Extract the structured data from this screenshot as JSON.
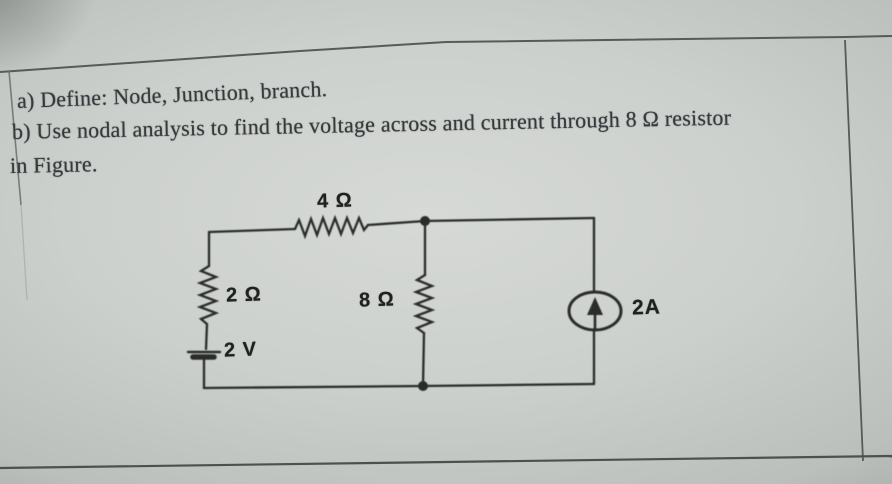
{
  "document": {
    "question_a": "a) Define: Node, Junction, branch.",
    "question_b": "b) Use nodal analysis to find the voltage across and current through 8 Ω resistor",
    "question_b_cont": "in Figure."
  },
  "circuit": {
    "labels": {
      "resistor_top": "4 Ω",
      "resistor_left": "2 Ω",
      "resistor_middle": "8 Ω",
      "voltage_source": "2 V",
      "current_source": "2A"
    },
    "components": [
      {
        "type": "resistor",
        "value": "4 Ω",
        "position": "top branch"
      },
      {
        "type": "resistor",
        "value": "2 Ω",
        "position": "left branch"
      },
      {
        "type": "resistor",
        "value": "8 Ω",
        "position": "middle branch"
      },
      {
        "type": "voltage_source",
        "value": "2 V",
        "position": "left branch bottom"
      },
      {
        "type": "current_source",
        "value": "2A",
        "position": "right branch",
        "arrow_direction": "up"
      }
    ],
    "nodes": [
      {
        "name": "top node",
        "location": "junction of 4 Ω, 8 Ω and right branch"
      },
      {
        "name": "bottom node",
        "location": "junction of bottom wire and 8 Ω"
      }
    ]
  },
  "colors": {
    "paper": "#cdd1cd",
    "ink": "#363a3c",
    "circuit_line": "#2a2c2b",
    "rule_line": "#565b58"
  }
}
